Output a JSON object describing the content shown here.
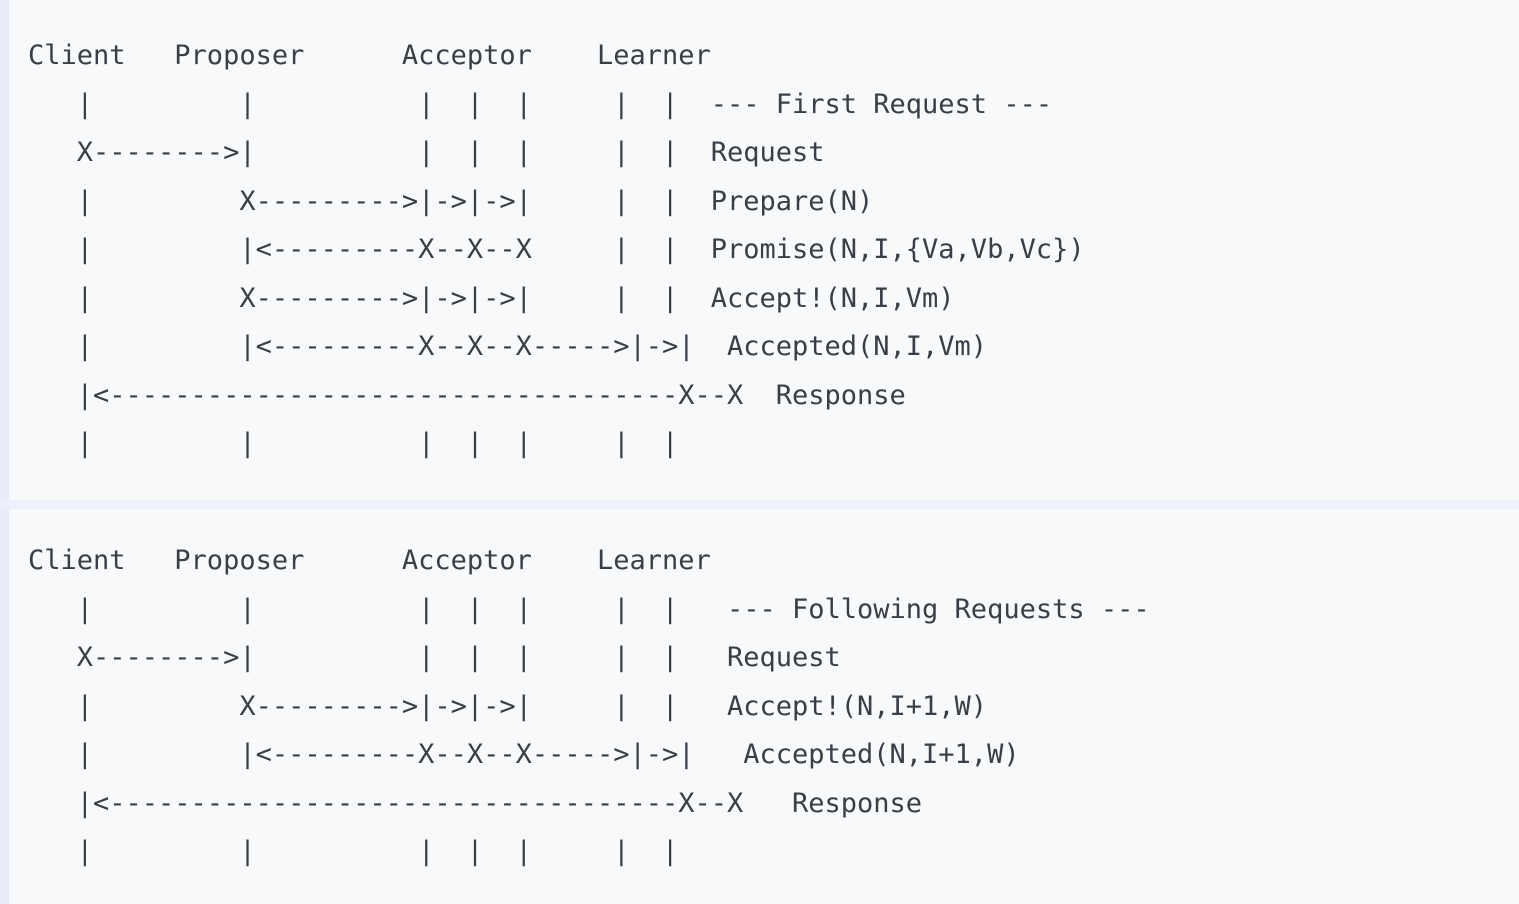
{
  "document": {
    "title": "Paxos message flow diagram",
    "background_color": "#f7f9fb",
    "edge_color": "#e9ecf8",
    "text_color": "#3a3f47",
    "font_kind": "monospace-ascii-art"
  },
  "columns": [
    {
      "name": "client",
      "label": "Client"
    },
    {
      "name": "proposer",
      "label": "Proposer"
    },
    {
      "name": "acceptor",
      "label": "Acceptor"
    },
    {
      "name": "learner",
      "label": "Learner"
    }
  ],
  "blocks": [
    {
      "id": "first-request",
      "phase_label": "--- First Request ---",
      "header_line": "Client   Proposer      Acceptor    Learner",
      "message_labels": [
        "--- First Request ---",
        "Request",
        "Prepare(N)",
        "Promise(N,I,{Va,Vb,Vc})",
        "Accept!(N,I,Vm)",
        "Accepted(N,I,Vm)",
        "Response"
      ],
      "ascii": "Client   Proposer      Acceptor    Learner\n   |         |          |  |  |     |  |  --- First Request ---\n   X-------->|          |  |  |     |  |  Request\n   |         X--------->|->|->|     |  |  Prepare(N)\n   |         |<---------X--X--X     |  |  Promise(N,I,{Va,Vb,Vc})\n   |         X--------->|->|->|     |  |  Accept!(N,I,Vm)\n   |         |<---------X--X--X----->|->|  Accepted(N,I,Vm)\n   |<-----------------------------------X--X  Response\n   |         |          |  |  |     |  |"
    },
    {
      "id": "following-requests",
      "phase_label": "--- Following Requests ---",
      "header_line": "Client   Proposer      Acceptor    Learner",
      "message_labels": [
        "--- Following Requests ---",
        "Request",
        "Accept!(N,I+1,W)",
        "Accepted(N,I+1,W)",
        "Response"
      ],
      "ascii": "Client   Proposer      Acceptor    Learner\n   |         |          |  |  |     |  |   --- Following Requests ---\n   X-------->|          |  |  |     |  |   Request\n   |         X--------->|->|->|     |  |   Accept!(N,I+1,W)\n   |         |<---------X--X--X----->|->|   Accepted(N,I+1,W)\n   |<-----------------------------------X--X   Response\n   |         |          |  |  |     |  |"
    }
  ],
  "legend": {
    "symbols": [
      {
        "glyph": "|",
        "meaning": "lifeline"
      },
      {
        "glyph": "X",
        "meaning": "message-origin-or-endpoint"
      },
      {
        "glyph": "-->",
        "meaning": "message-arrow-right"
      },
      {
        "glyph": "<--",
        "meaning": "message-arrow-left"
      }
    ]
  }
}
